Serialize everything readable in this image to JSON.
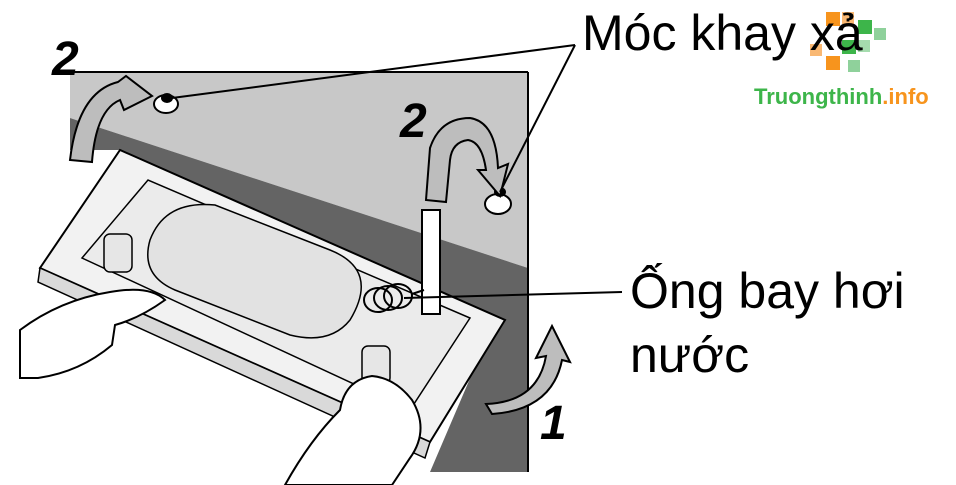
{
  "callouts": {
    "hook_label": "Móc khay xả",
    "tube_label_line1": "Ống bay hơi",
    "tube_label_line2": "nước"
  },
  "steps": {
    "left_hook_step": "2",
    "right_hook_step": "2",
    "lift_step": "1"
  },
  "watermark": {
    "brand_text": "Truongthinh",
    "brand_tld": ".info",
    "brand_color": "#3db54a",
    "tld_color": "#f7941d"
  },
  "colors": {
    "panel_light": "#c8c8c8",
    "panel_dark": "#646464",
    "tray_fill": "#f2f2f2",
    "outline": "#000000"
  }
}
